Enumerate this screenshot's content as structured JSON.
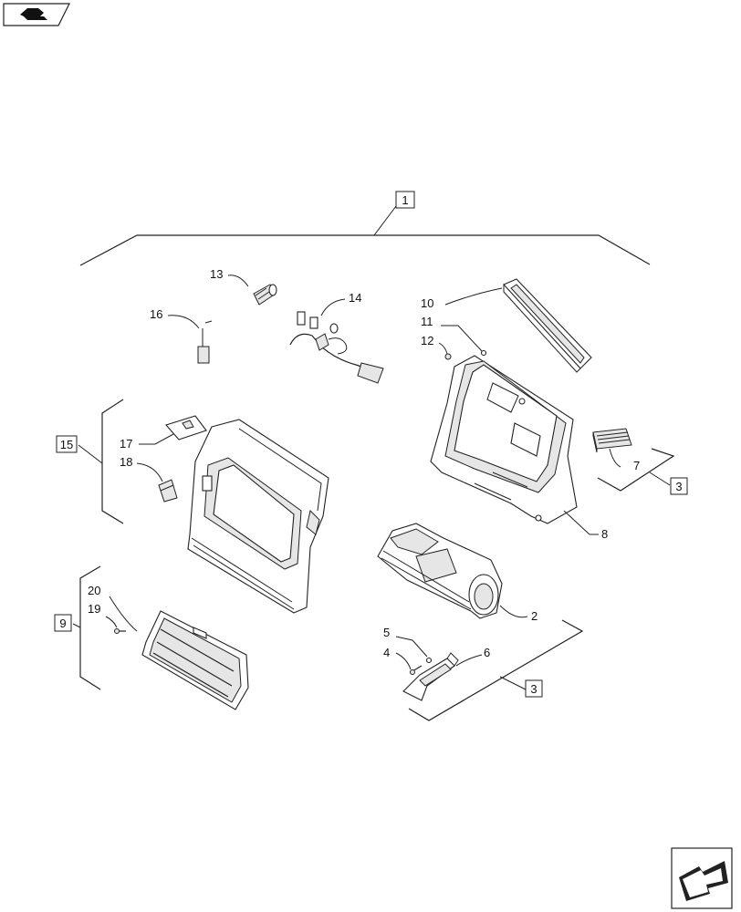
{
  "nav_icons": {
    "top_left": "forward-page-icon",
    "bottom_right": "next-page-arrow-icon"
  },
  "assembly_refs": {
    "top": "1",
    "left_upper": "15",
    "left_lower": "9",
    "right_upper": "3",
    "right_lower": "3"
  },
  "callouts": {
    "c2": "2",
    "c4": "4",
    "c5": "5",
    "c6": "6",
    "c7": "7",
    "c8": "8",
    "c10": "10",
    "c11": "11",
    "c12": "12",
    "c13": "13",
    "c14": "14",
    "c16": "16",
    "c17": "17",
    "c18": "18",
    "c19": "19",
    "c20": "20"
  }
}
